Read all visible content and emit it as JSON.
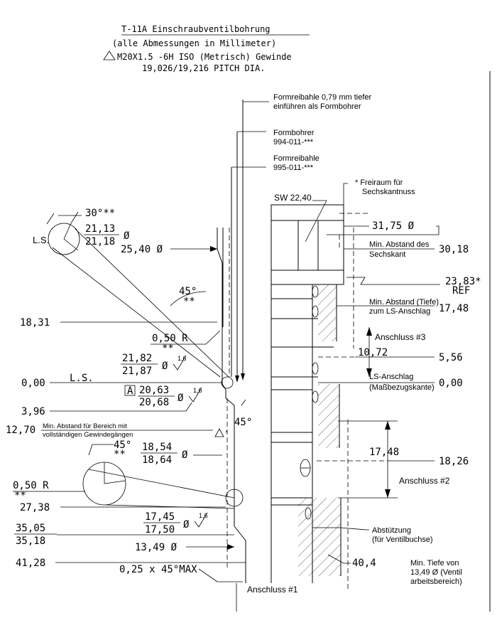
{
  "header": {
    "title": "T-11A Einschraubventilbohrung",
    "subtitle": "(alle Abmessungen in Millimeter)",
    "thread": "M20X1.5 -6H ISO (Metrisch) Gewinde",
    "pitch": "19,026/19,216 PITCH DIA."
  },
  "notes": {
    "formreibahle_tiefer": [
      "Formreibahle 0,79 mm tiefer",
      "einführen als Formbohrer"
    ],
    "formbohrer": [
      "Formbohrer",
      "994-011-***"
    ],
    "formreibahle": [
      "Formreibahle",
      "995-011-***"
    ],
    "freiraum": [
      "* Freiraum für",
      "Sechskantnuss"
    ],
    "sw": "SW 22,40",
    "min_abstand_sechskant": [
      "Min. Abstand des",
      "Sechskant"
    ],
    "min_abstand_tiefe": [
      "Min. Abstand (Tiefe)",
      "zum LS-Anschlag"
    ],
    "anschluss3": "Anschluss #3",
    "ls_anschlag": [
      "LS-Anschlag",
      "(Maßbezugskante)"
    ],
    "anschluss2": "Anschluss #2",
    "abstuetzung": [
      "Abstützung",
      "(für Ventilbuchse)"
    ],
    "min_tiefe": [
      "Min. Tiefe von",
      "13,49 Ø (Ventil",
      "arbeitsbereich)"
    ],
    "anschluss1": "Anschluss #1",
    "min_abstand_bereich": [
      "Min. Abstand für Bereich mit",
      "vollständigen Gewindegängen"
    ],
    "chamfer": "0,25 x 45°MAX"
  },
  "dims_left": {
    "angle30": "30°**",
    "ls_top": "L.S.",
    "d2113": "21,13",
    "d2118": "21,18",
    "d2540": "25,40 Ø",
    "a45": "45°",
    "star2": "**",
    "d1831": "18,31",
    "r050": "0,50 R",
    "d2182": "21,82",
    "d2187": "21,87",
    "d000": "0,00",
    "ls": "L.S.",
    "boxA": "A",
    "d2063": "20,63",
    "d2068": "20,68",
    "d396": "3,96",
    "a45b": "45°",
    "d1270": "12,70",
    "a45c": "45°",
    "d1854": "18,54",
    "d1864": "18,64",
    "r050b": "0,50 R",
    "d2738": "27,38",
    "d1745": "17,45",
    "d1750": "17,50",
    "d3505": "35,05",
    "d3518": "35,18",
    "d1349": "13,49 Ø",
    "d4128": "41,28",
    "surf": "1,6",
    "dia": "Ø"
  },
  "dims_right": {
    "d3175": "31,75 Ø",
    "d3018": "30,18",
    "d2383": "23,83*",
    "ref": "REF",
    "d1748": "17,48",
    "d1072": "10,72",
    "d556": "5,56",
    "d000": "0,00",
    "d1748b": "17,48",
    "d1826": "18,26",
    "d404": "40,4"
  }
}
